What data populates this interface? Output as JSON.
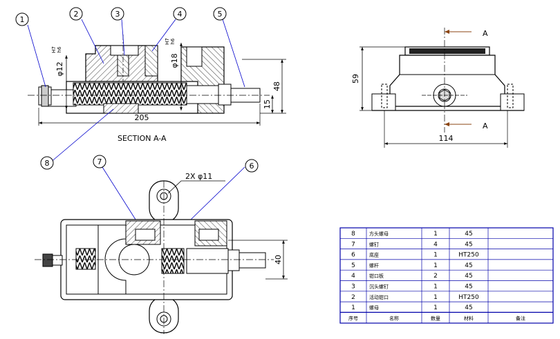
{
  "balloons": [
    "1",
    "2",
    "3",
    "4",
    "5",
    "6",
    "7",
    "8"
  ],
  "section_label": "SECTION A-A",
  "section_arrow_label": "A",
  "dimensions": {
    "overall_length": "205",
    "height_48": "48",
    "height_15": "15",
    "dia_12": "φ12",
    "dia_18": "φ18",
    "fit_1": "H7",
    "fit_1b": "h6",
    "fit_2": "H7",
    "fit_2b": "h6",
    "height_59": "59",
    "width_114": "114",
    "width_40": "40",
    "holes": "2X φ11"
  },
  "parts_table": {
    "headers": {
      "no": "序号",
      "name": "名称",
      "qty": "数量",
      "material": "材料",
      "remark": "备注"
    },
    "rows": [
      {
        "no": "8",
        "name": "方头螺母",
        "qty": "1",
        "material": "45",
        "remark": ""
      },
      {
        "no": "7",
        "name": "螺钉",
        "qty": "4",
        "material": "45",
        "remark": ""
      },
      {
        "no": "6",
        "name": "底座",
        "qty": "1",
        "material": "HT250",
        "remark": ""
      },
      {
        "no": "5",
        "name": "螺杆",
        "qty": "1",
        "material": "45",
        "remark": ""
      },
      {
        "no": "4",
        "name": "钳口板",
        "qty": "2",
        "material": "45",
        "remark": ""
      },
      {
        "no": "3",
        "name": "沉头螺钉",
        "qty": "1",
        "material": "45",
        "remark": ""
      },
      {
        "no": "2",
        "name": "活动钳口",
        "qty": "1",
        "material": "HT250",
        "remark": ""
      },
      {
        "no": "1",
        "name": "螺母",
        "qty": "1",
        "material": "45",
        "remark": ""
      }
    ]
  }
}
